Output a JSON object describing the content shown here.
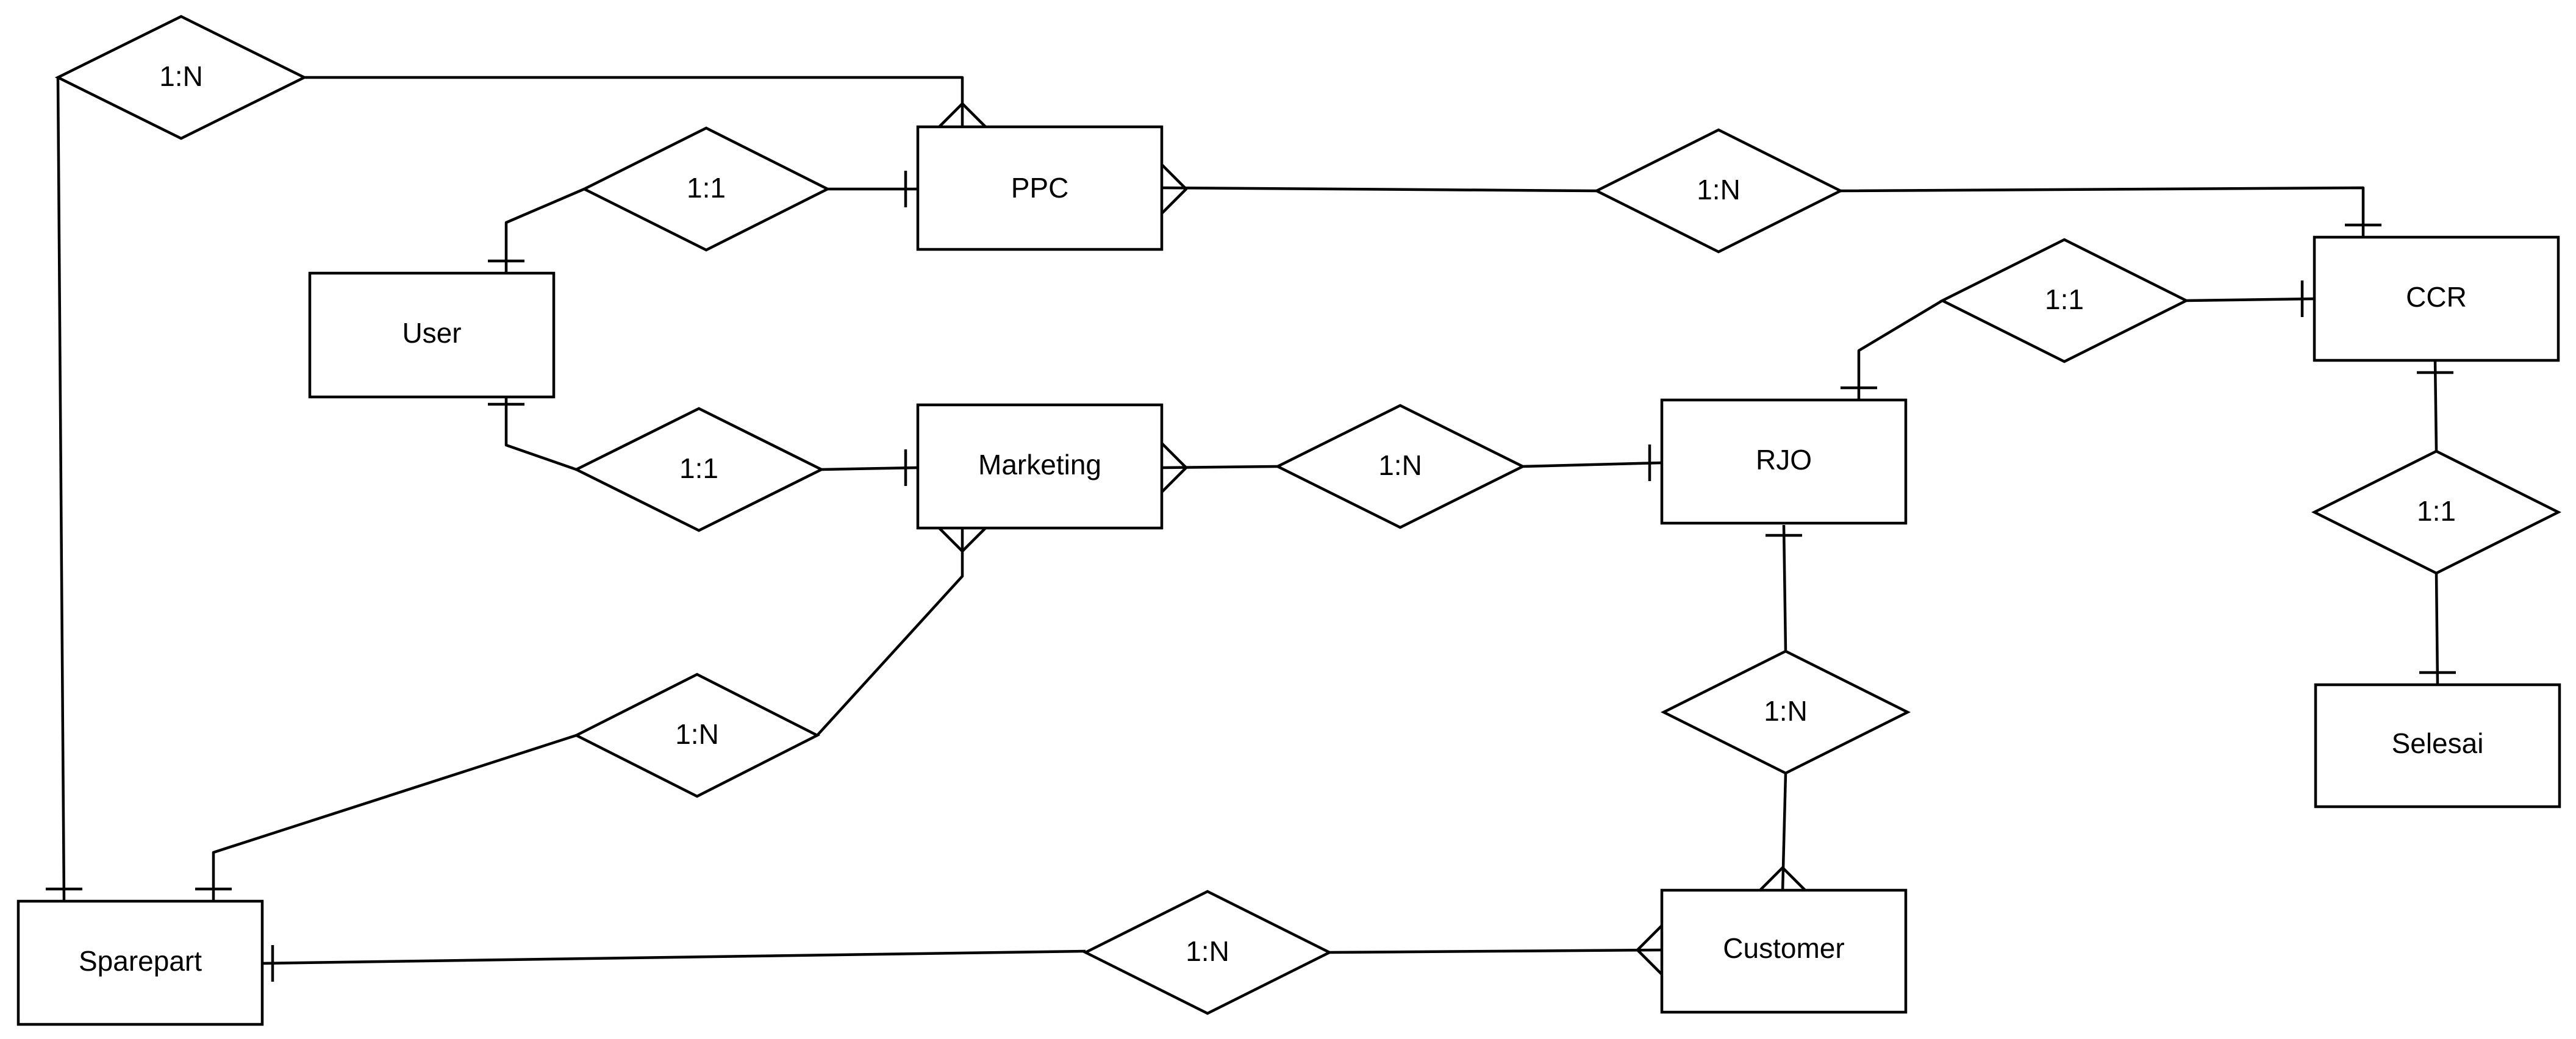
{
  "entities": {
    "ppc": "PPC",
    "user": "User",
    "marketing": "Marketing",
    "rjo": "RJO",
    "ccr": "CCR",
    "selesai": "Selesai",
    "sparepart": "Sparepart",
    "customer": "Customer"
  },
  "relationships": {
    "sparepart_ppc": "1:N",
    "user_ppc": "1:1",
    "ppc_ccr": "1:N",
    "rjo_ccr": "1:1",
    "user_marketing": "1:1",
    "marketing_rjo": "1:N",
    "ccr_selesai": "1:1",
    "marketing_sparepart": "1:N",
    "rjo_customer": "1:N",
    "sparepart_customer": "1:N"
  },
  "colors": {
    "stroke": "#000000",
    "fill": "#ffffff"
  }
}
